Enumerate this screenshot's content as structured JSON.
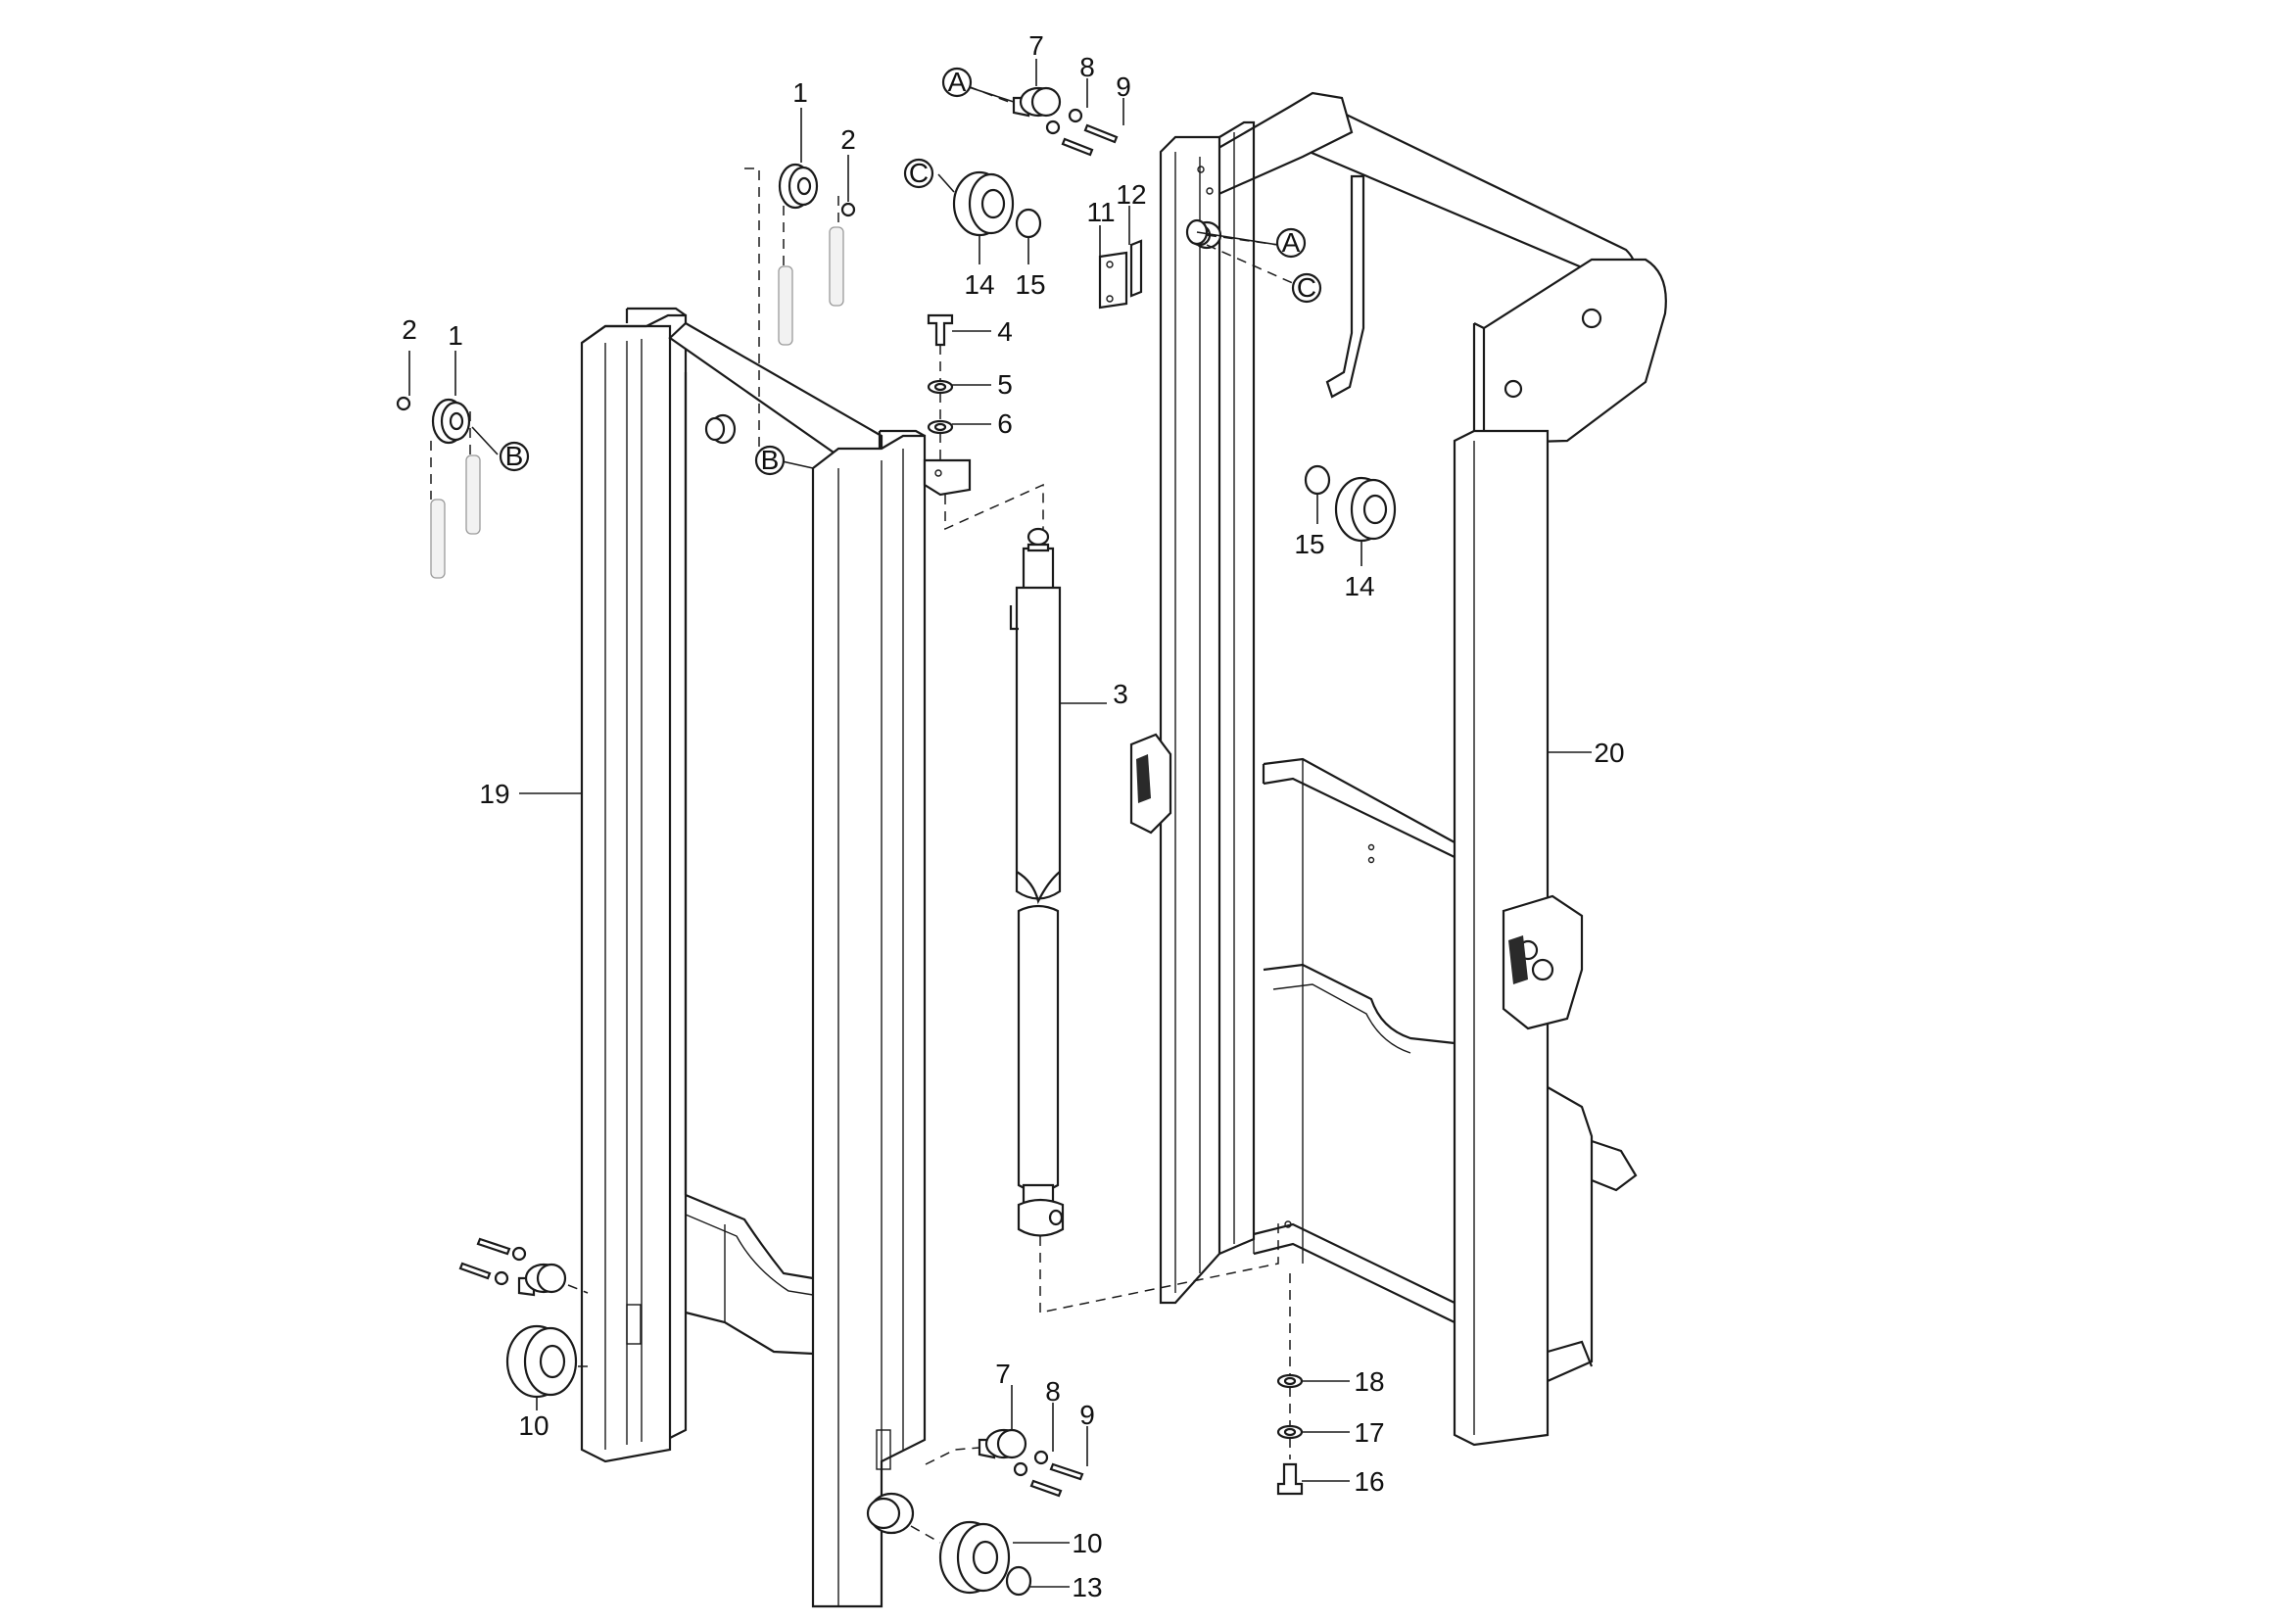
{
  "callouts": {
    "n1": "1",
    "n2": "2",
    "n3": "3",
    "n4": "4",
    "n5": "5",
    "n6": "6",
    "n7": "7",
    "n8": "8",
    "n9": "9",
    "n10": "10",
    "n11": "11",
    "n12": "12",
    "n13": "13",
    "n14": "14",
    "n15": "15",
    "n16": "16",
    "n17": "17",
    "n18": "18",
    "n19": "19",
    "n20": "20"
  },
  "refs": {
    "A": "A",
    "B": "B",
    "C": "C"
  }
}
